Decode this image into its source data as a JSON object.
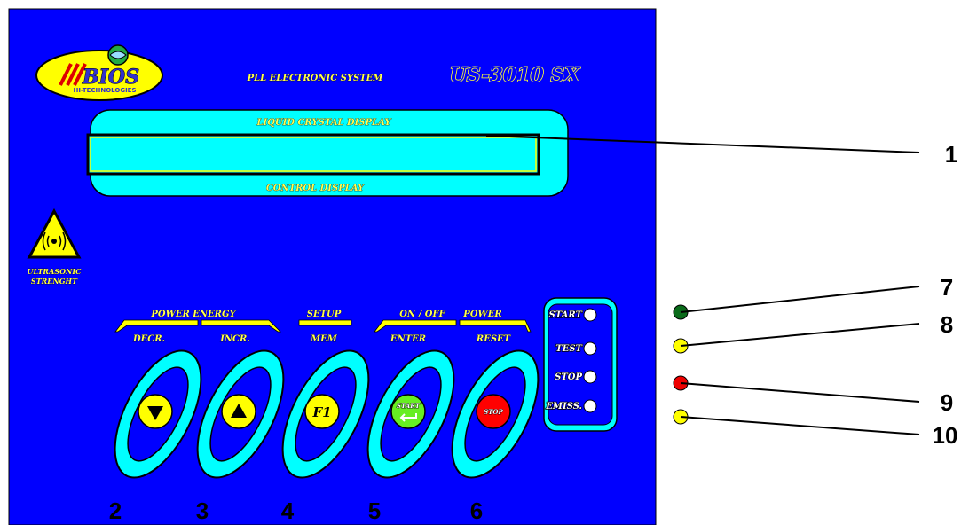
{
  "logo": {
    "brand": "BIOS",
    "sub": "HI-TECHNOLOGIES"
  },
  "header": {
    "system": "PLL ELECTRONIC SYSTEM",
    "model": "US-3010 SX"
  },
  "display": {
    "top_label": "LIQUID CRYSTAL  DISPLAY",
    "bottom_label": "CONTROL DISPLAY"
  },
  "warning": {
    "line1": "ULTRASONIC",
    "line2": "STRENGHT"
  },
  "groups": {
    "power_energy": "POWER ENERGY",
    "setup": "SETUP",
    "on_off": "ON / OFF",
    "power": "POWER"
  },
  "buttons": [
    {
      "label": "DECR.",
      "glyph": "▼",
      "num": "2"
    },
    {
      "label": "INCR.",
      "glyph": "▲",
      "num": "3"
    },
    {
      "label": "MEM",
      "glyph": "F1",
      "num": "4"
    },
    {
      "label": "ENTER",
      "glyph": "START",
      "num": "5"
    },
    {
      "label": "RESET",
      "glyph": "STOP",
      "num": "6"
    }
  ],
  "leds": [
    {
      "label": "START",
      "color": "#0a6b1a",
      "num": "7"
    },
    {
      "label": "TEST",
      "color": "#ffff00",
      "num": "8"
    },
    {
      "label": "STOP",
      "color": "#ee0000",
      "num": "9"
    },
    {
      "label": "EMISS.",
      "color": "#ffff00",
      "num": "10"
    }
  ],
  "callout_display": "1",
  "colors": {
    "panel": "#0000ff",
    "cyan": "#00ffff",
    "yellow": "#ffff00",
    "red": "#ff0000",
    "green": "#66ee22"
  }
}
